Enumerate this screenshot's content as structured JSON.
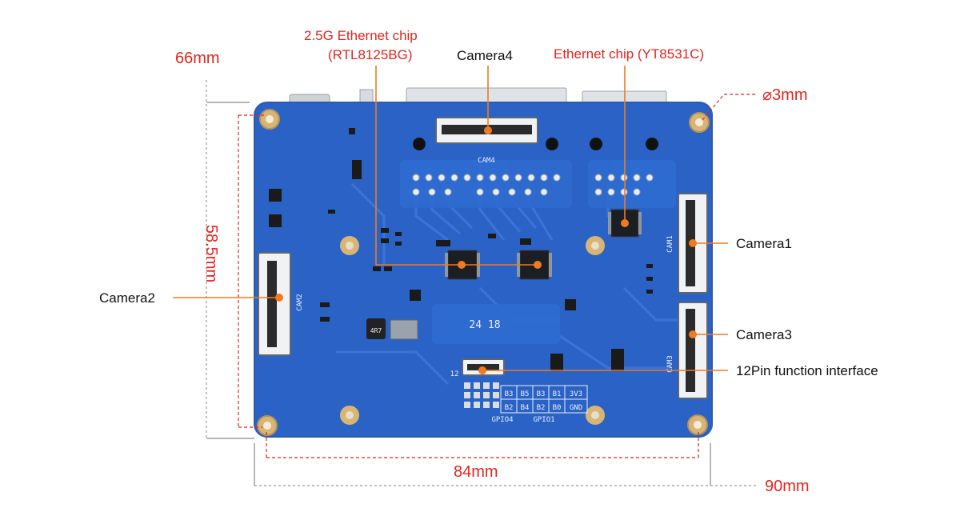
{
  "colors": {
    "board": "#2a63c5",
    "board_dark": "#1d4ea3",
    "accent_red": "#e4251e",
    "callout_orange": "#f07a21",
    "pad_gold": "#d9b574",
    "text_black": "#111111"
  },
  "dimensions": {
    "height_outer": "66mm",
    "height_inner": "58.5mm",
    "width_inner": "84mm",
    "width_outer": "90mm",
    "hole_diameter": "⌀3mm"
  },
  "callouts": {
    "eth25_line1": "2.5G Ethernet chip",
    "eth25_line2": "(RTL8125BG)",
    "camera4": "Camera4",
    "eth_chip": "Ethernet chip (YT8531C)",
    "camera1": "Camera1",
    "camera2": "Camera2",
    "camera3": "Camera3",
    "pin12": "12Pin function interface"
  },
  "silkscreen": {
    "cam4": "CAM4",
    "cam1": "CAM1",
    "cam2": "CAM2",
    "cam3": "CAM3",
    "pin_count": "12",
    "date_code": "24 18",
    "gpio_row1": [
      "B3",
      "B5",
      "B3",
      "B1",
      "3V3"
    ],
    "gpio_row2": [
      "B2",
      "B4",
      "B2",
      "B0",
      "GND"
    ],
    "gpio4": "GPIO4",
    "gpio1": "GPIO1",
    "inductor": "4R7"
  }
}
